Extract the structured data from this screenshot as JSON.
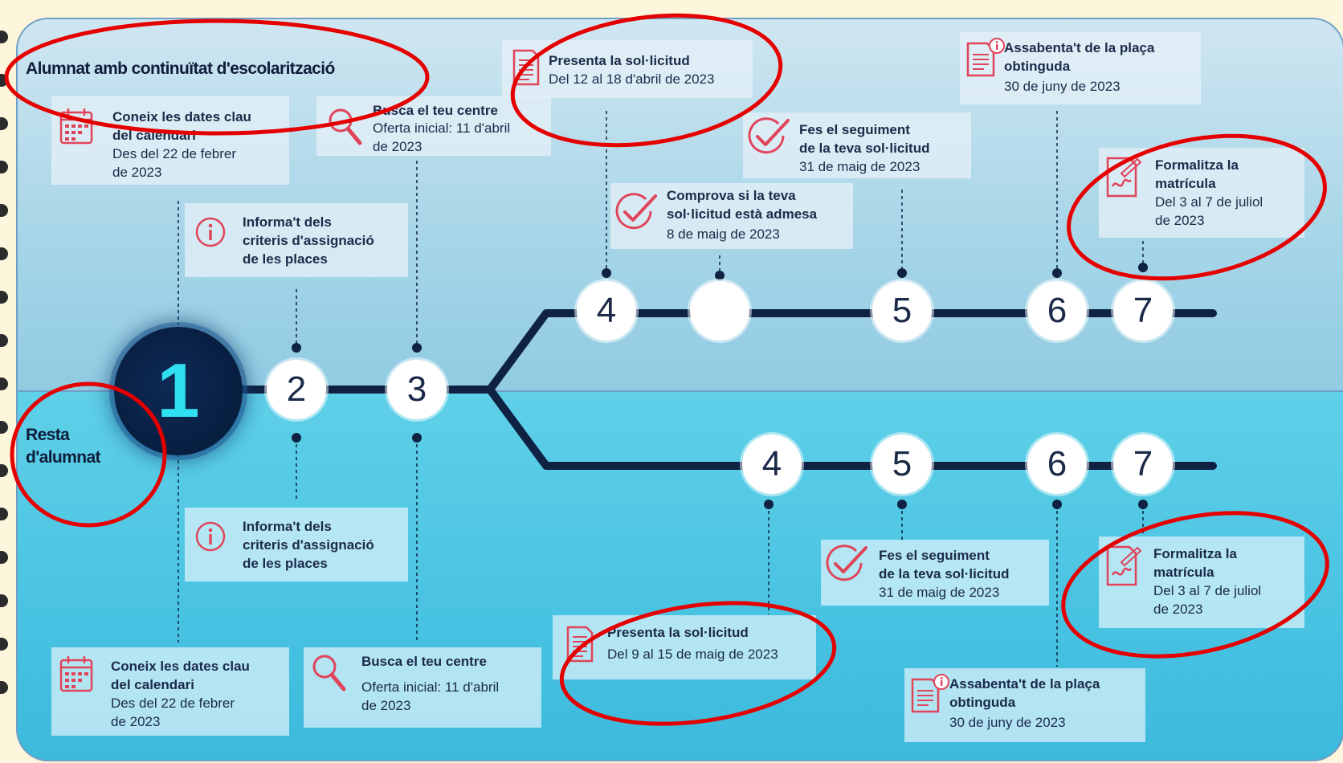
{
  "groups": {
    "top_title": "Alumnat amb continuïtat d'escolarització",
    "bottom_title": "Resta\nd'alumnat"
  },
  "top": {
    "card1": {
      "title": "Coneix les dates clau\ndel calendari",
      "date": "Des del 22 de febrer\nde 2023",
      "icon": "calendar-icon"
    },
    "card2": {
      "title": "Informa't dels\ncriteris d'assignació\nde les places",
      "icon": "info-icon"
    },
    "card3": {
      "title": "Busca el teu centre",
      "date": "Oferta inicial: 11 d'abril\nde 2023",
      "icon": "magnifier-icon"
    },
    "card4": {
      "title": "Presenta la sol·licitud",
      "date": "Del 12 al 18 d'abril de 2023",
      "icon": "document-icon"
    },
    "card_check": {
      "title": "Comprova si la teva\nsol·licitud està admesa",
      "date": "8 de maig de 2023",
      "icon": "checkmark-icon"
    },
    "card5": {
      "title": "Fes el seguiment\nde la teva  sol·licitud",
      "date": "31 de maig de 2023",
      "icon": "checkmark-icon"
    },
    "card6": {
      "title": "Assabenta't de la plaça\nobtinguda",
      "date": "30 de juny de 2023",
      "icon": "document-info-icon"
    },
    "card7": {
      "title": "Formalitza la\nmatrícula",
      "date": "Del 3 al 7 de juliol\nde 2023",
      "icon": "signature-icon"
    }
  },
  "bottom": {
    "card1": {
      "title": "Coneix les dates clau\ndel calendari",
      "date": "Des del 22 de febrer\nde 2023",
      "icon": "calendar-icon"
    },
    "card2": {
      "title": "Informa't dels\ncriteris d'assignació\nde les places",
      "icon": "info-icon"
    },
    "card3": {
      "title": "Busca el teu centre",
      "date": "Oferta inicial: 11 d'abril\nde 2023",
      "icon": "magnifier-icon"
    },
    "card4": {
      "title": "Presenta la sol·licitud",
      "date": "Del 9 al 15 de maig de 2023",
      "icon": "document-icon"
    },
    "card5": {
      "title": "Fes el seguiment\nde la teva  sol·licitud",
      "date": "31 de maig de 2023",
      "icon": "checkmark-icon"
    },
    "card6": {
      "title": "Assabenta't de la plaça\nobtinguda",
      "date": "30 de juny de 2023",
      "icon": "document-info-icon"
    },
    "card7": {
      "title": "Formalitza la\nmatrícula",
      "date": "Del 3 al 7 de juliol\nde 2023",
      "icon": "signature-icon"
    }
  },
  "nodes": {
    "shared": [
      "1",
      "2",
      "3"
    ],
    "top": [
      "4",
      "",
      "5",
      "6",
      "7"
    ],
    "bottom": [
      "4",
      "5",
      "6",
      "7"
    ]
  },
  "colors": {
    "line": "#0f2244",
    "icon": "#e0445a",
    "highlight": "#e50000",
    "node_big_text": "#2fe1f0"
  }
}
